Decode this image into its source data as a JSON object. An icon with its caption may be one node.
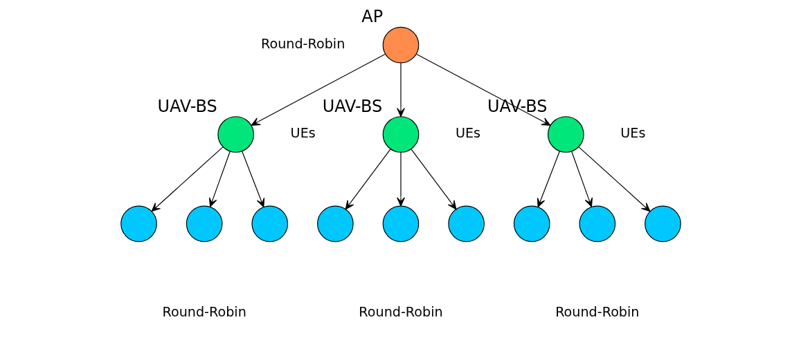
{
  "diagram": {
    "nodes": [
      {
        "text": [
          "AP"
        ]
      },
      {
        "text": [
          "UAV-BS"
        ]
      },
      {
        "text": [
          "UAV-BS"
        ]
      },
      {
        "text": [
          "UAV-BS"
        ]
      },
      {
        "text": [],
        "shape": "circle"
      },
      {
        "text": [],
        "shape": "circle"
      },
      {
        "text": [],
        "shape": "circle"
      },
      {
        "text": [],
        "shape": "circle"
      },
      {
        "text": [],
        "shape": "circle"
      },
      {
        "text": [],
        "shape": "circle"
      },
      {
        "text": [],
        "shape": "circle"
      },
      {
        "text": [],
        "shape": "circle"
      },
      {
        "text": [],
        "shape": "circle"
      }
    ],
    "edges": [
      {
        "from": 0,
        "to": 1,
        "arrow": "to"
      },
      {
        "from": 0,
        "to": 2,
        "arrow": "to"
      },
      {
        "from": 0,
        "to": 3,
        "arrow": "to"
      },
      {
        "from": 1,
        "to": 4,
        "arrow": "to"
      },
      {
        "from": 1,
        "to": 5,
        "arrow": "to"
      },
      {
        "from": 1,
        "to": 6,
        "arrow": "to"
      },
      {
        "from": 2,
        "to": 7,
        "arrow": "to"
      },
      {
        "from": 2,
        "to": 8,
        "arrow": "to"
      },
      {
        "from": 2,
        "to": 9,
        "arrow": "to"
      },
      {
        "from": 3,
        "to": 10,
        "arrow": "to"
      },
      {
        "from": 3,
        "to": 11,
        "arrow": "to"
      },
      {
        "from": 3,
        "to": 12,
        "arrow": "to"
      }
    ],
    "labels": [
      "Round-Robin",
      "UEs",
      "UEs",
      "UEs",
      "Round-Robin",
      "Round-Robin",
      "Round-Robin"
    ]
  }
}
